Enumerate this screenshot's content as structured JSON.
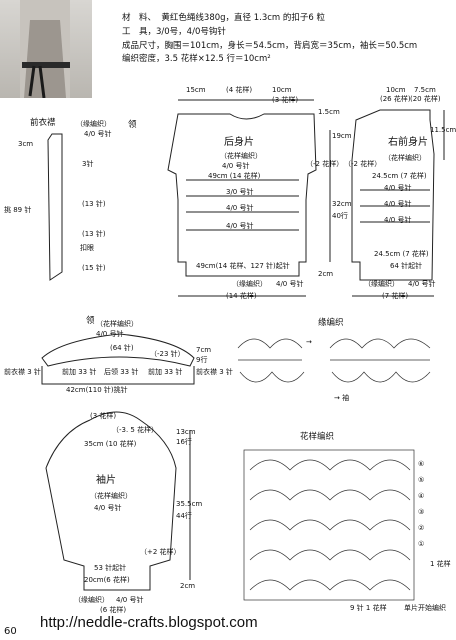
{
  "header": {
    "materials": "材　料、  黄红色绳线380g，直径 1.3cm 的扣子6 粒",
    "tools": "工　具，3/0号，4/0号钩针",
    "size": "成品尺寸，胸围＝101cm，身长＝54.5cm，背肩宽＝35cm，袖长＝50.5cm",
    "gauge": "编织密度，3.5 花样×12.5 行＝10cm²"
  },
  "back": {
    "title": "后身片",
    "pattern": "（花样编织）",
    "hook": "4/0 号针",
    "neck_w": "15cm",
    "neck_st": "(4 花样)",
    "shoulder_w": "10cm",
    "shoulder_st": "(3 花样)",
    "neck_h": "1.5cm",
    "armhole_h": "19cm",
    "dec": "（-2 花样）",
    "bust": "49cm (14 花样)",
    "body_len": "32cm",
    "body_rows": "40行",
    "rows_2cm": "2cm",
    "hook3": "3/0 号针",
    "cast_on": "49cm(14 花样、127 针)起针",
    "edge": "（缘编织）",
    "bottom": "(14 花样)"
  },
  "front_band": {
    "title": "前衣襟",
    "sub": "（缘编织）",
    "hook": "4/0 号针",
    "label_lead": "领",
    "w3": "3cm",
    "st3": "3针",
    "pick": "挑 89 针",
    "buttonhole": "扣眼",
    "st13a": "(13 针)",
    "st13b": "(13 针)",
    "st15": "(15 针)"
  },
  "right_front": {
    "title": "右前身片",
    "pattern": "（花样编织）",
    "hook": "4/0 号针",
    "w10": "10cm",
    "st26": "(26 花样)",
    "w75": "7.5cm",
    "st20": "(20 花样)",
    "h115": "11.5cm",
    "dec": "（-2 花样）",
    "w245": "24.5cm (7 花样)",
    "cast": "24.5cm (7 花样)",
    "cast_st": "64 针起针",
    "edge": "（缘编织）",
    "hook3": "4/0 号针",
    "bottom": "(7 花样)"
  },
  "collar": {
    "title": "领",
    "pattern": "（花样编织）",
    "hook": "4/0 号针",
    "st64": "(64 针)",
    "dec": "（-23 针）",
    "h7": "7cm",
    "h9": "9行",
    "left_band": "前衣襟 3 针",
    "right_band": "前衣襟 3 针",
    "front_a": "前加 33 针",
    "back_b": "后领 33 针",
    "front_c": "前加 33 针",
    "total": "42cm(110 针)挑针"
  },
  "edge_chart": {
    "title": "缘编织",
    "arrow": "→ 袖",
    "arrow2": "→"
  },
  "sleeve": {
    "title": "袖片",
    "pattern": "（花样编织）",
    "hook": "4/0 号针",
    "top": "(3 花样)",
    "cap_dec": "（-3. 5 花样）",
    "h13": "13cm",
    "h16": "16行",
    "width": "35cm (10 花样)",
    "len": "35.5cm",
    "rows44": "44行",
    "inc": "（+2 花样）",
    "cast": "53 针起针",
    "cuff": "20cm(6 花样)",
    "edge": "（缘编织）",
    "hook3": "4/0 号针",
    "bottom": "(6 花样)",
    "h2": "2cm"
  },
  "stitch_chart": {
    "title": "花样编织",
    "repeat": "1 花样",
    "start": "9 针 1 花样",
    "begin": "单片开始编织",
    "rows": [
      "⑥",
      "⑤",
      "④",
      "③",
      "②",
      "①"
    ]
  },
  "footer": {
    "page": "60",
    "url": "http://neddle-crafts.blogspot.com"
  }
}
